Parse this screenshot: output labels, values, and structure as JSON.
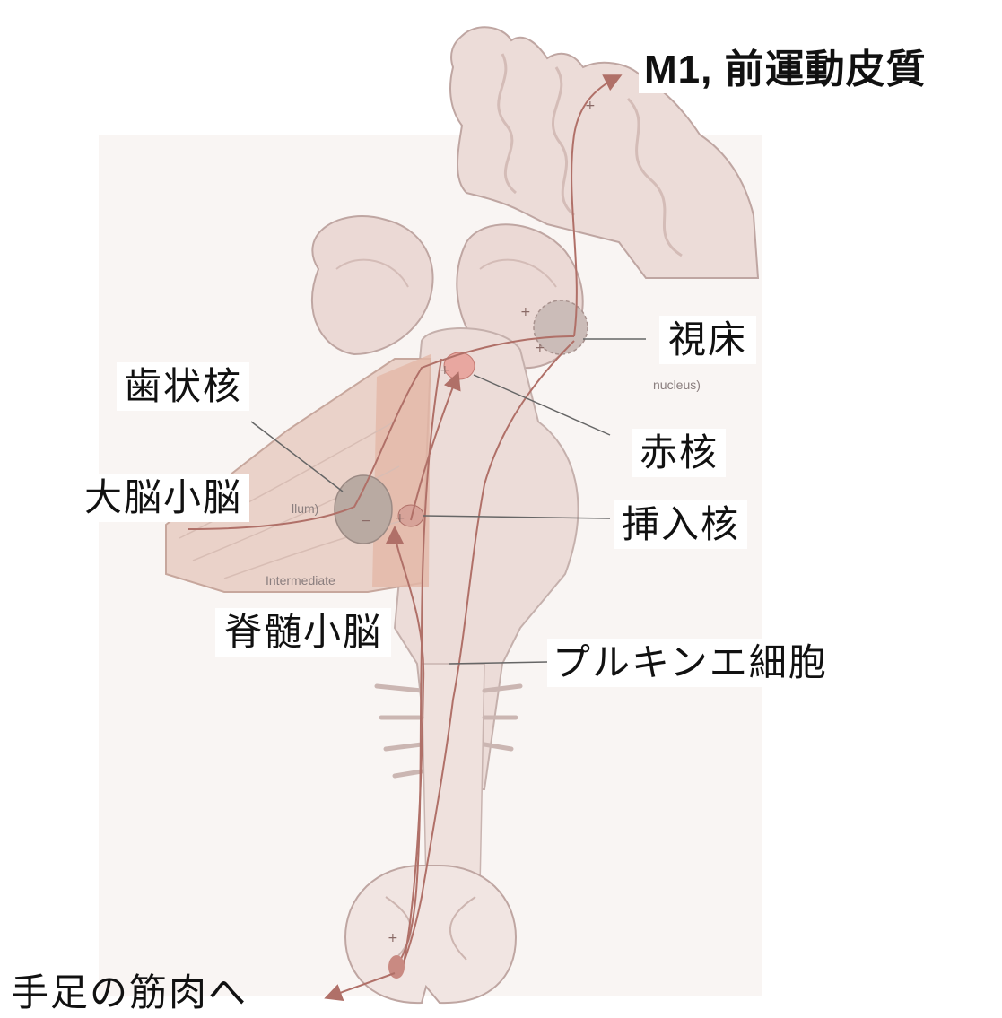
{
  "labels": {
    "cortex": "M1, 前運動皮質",
    "thalamus": "視床",
    "dentate": "歯状核",
    "red_nucleus": "赤核",
    "cerebrocerebellum": "大脳小脳",
    "interposed": "挿入核",
    "spinocerebellum": "脊髄小脳",
    "purkinje": "プルキンエ細胞",
    "muscles": "手足の筋肉へ"
  },
  "faint_labels": {
    "nucleus": "nucleus)",
    "cerebellum_fragment": "llum)",
    "intermediate": "Intermediate"
  },
  "colors": {
    "tissue": "#ecdcd8",
    "tissue_edge": "#bfa6a2",
    "fold": "#e2cbc6",
    "pathway": "#b07068",
    "cerebellum_band": "#e4b8a8",
    "nucleus_grey": "#b9aaa2",
    "red_nucleus": "#e8a7a0"
  }
}
